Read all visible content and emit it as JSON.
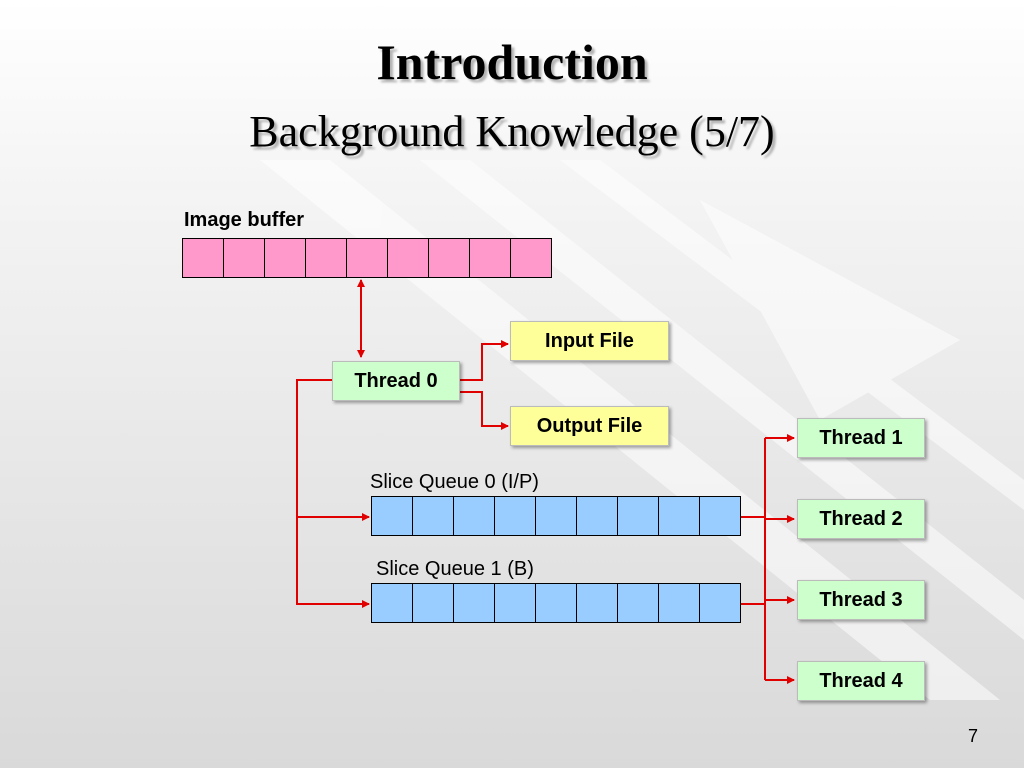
{
  "slide": {
    "title": "Introduction",
    "subtitle": "Background Knowledge (5/7)",
    "page_number": "7"
  },
  "image_buffer": {
    "label": "Image buffer",
    "cells": 9,
    "color": "#ff99cc"
  },
  "files": {
    "input": "Input File",
    "output": "Output File",
    "color": "#ffff99"
  },
  "threads": {
    "main": "Thread 0",
    "workers": [
      "Thread 1",
      "Thread 2",
      "Thread 3",
      "Thread 4"
    ],
    "color": "#ccffcc"
  },
  "queues": [
    {
      "label": "Slice Queue 0 (I/P)",
      "cells": 9
    },
    {
      "label": "Slice Queue 1 (B)",
      "cells": 9
    }
  ],
  "queue_color": "#99ccff",
  "arrow_color": "#e00000"
}
